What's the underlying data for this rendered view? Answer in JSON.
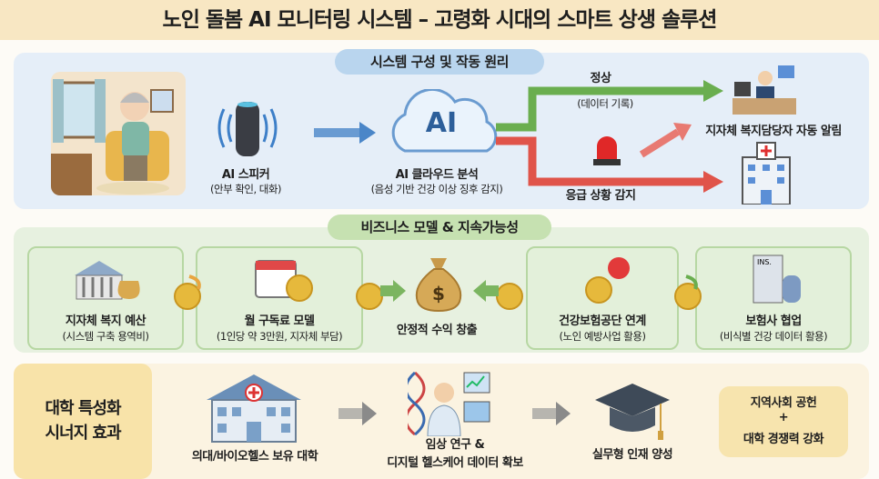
{
  "title": "노인 돌봄 AI 모니터링 시스템 – 고령화 시대의 스마트 상생 솔루션",
  "system": {
    "heading": "시스템 구성 및 작동 원리",
    "speaker": {
      "label": "AI 스피커",
      "sub": "(안부 확인, 대화)"
    },
    "cloud": {
      "icon_text": "AI",
      "label": "AI 클라우드 분석",
      "sub": "(음성 기반 건강 이상 징후 감지)"
    },
    "normal": {
      "label": "정상",
      "sub": "(데이터 기록)"
    },
    "emergency": {
      "label": "응급 상황 감지"
    },
    "notify": "지자체 복지담당자 자동 알림"
  },
  "business": {
    "heading": "비즈니스 모델 & 지속가능성",
    "cards": [
      {
        "label": "지자체 복지 예산",
        "sub": "(시스템 구축 용역비)"
      },
      {
        "label": "월 구독료 모델",
        "sub": "(1인당 약 3만원, 지자체 부담)"
      },
      {
        "label": "건강보험공단 연계",
        "sub": "(노인 예방사업 활용)"
      },
      {
        "label": "보험사 협업",
        "sub": "(비식별 건강 데이터 활용)"
      }
    ],
    "center": "안정적 수익 창출",
    "ins_text": "INS."
  },
  "university": {
    "heading": [
      "대학 특성화",
      "시너지 효과"
    ],
    "steps": [
      {
        "lines": [
          "의대/바이오헬스 보유 대학"
        ]
      },
      {
        "lines": [
          "임상 연구 &",
          "디지털 헬스케어 데이터 확보"
        ]
      },
      {
        "lines": [
          "실무형 인재 양성"
        ]
      }
    ],
    "result": [
      "지역사회 공헌",
      "+",
      "대학 경쟁력 강화"
    ]
  },
  "colors": {
    "green_arrow": "#6aae4f",
    "red_arrow": "#e0544a",
    "blue_arrow": "#4a86c8"
  }
}
